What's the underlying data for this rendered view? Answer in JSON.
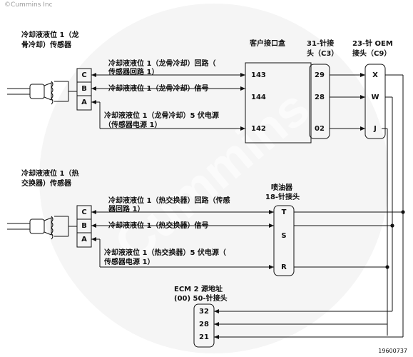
{
  "copyright": "©Cummins Inc",
  "figure_number": "19600737",
  "watermark": "Cummins",
  "sensors": {
    "keel": {
      "title_line1": "冷却液液位 1（龙",
      "title_line2": "骨冷却）传感器",
      "pins": [
        "C",
        "B",
        "A"
      ]
    },
    "hx": {
      "title_line1": "冷却液液位 1（热",
      "title_line2": "交换器）传感器",
      "pins": [
        "C",
        "B",
        "A"
      ]
    }
  },
  "connectors": {
    "customer_box": {
      "title": "客户接口盒",
      "pins": [
        "143",
        "144",
        "142"
      ]
    },
    "c3": {
      "title_line1": "31-针接",
      "title_line2": "头（C3）",
      "pins": [
        "29",
        "28",
        "02"
      ]
    },
    "c9": {
      "title_line1": "23-针 OEM",
      "title_line2": "接头（C9）",
      "pins": [
        "X",
        "W",
        "J"
      ]
    },
    "injector": {
      "title_line1": "喷油器",
      "title_line2": "18-针接头",
      "pins": [
        "T",
        "S",
        "R"
      ]
    },
    "ecm2": {
      "title_line1": "ECM 2 源地址",
      "title_line2": "(00) 50-针接头",
      "pins": [
        "32",
        "28",
        "21"
      ]
    }
  },
  "wires": {
    "keel_return_line1": "冷却液液位 1（龙骨冷却）回路（",
    "keel_return_line2": "传感器回路 1）",
    "keel_signal": "冷却液液位 1（龙骨冷却）信号",
    "keel_supply_line1": "冷却液液位 1（龙骨冷却）5 伏电源",
    "keel_supply_line2": "（传感器电源 1）",
    "hx_return_line1": "冷却液液位 1（热交换器）回路（传感",
    "hx_return_line2": "器回路 1）",
    "hx_signal": "冷却液液位 1（热交换器）信号",
    "hx_supply_line1": "冷却液液位 1（热交换器）5 伏电源（",
    "hx_supply_line2": "传感器电源 1）"
  }
}
